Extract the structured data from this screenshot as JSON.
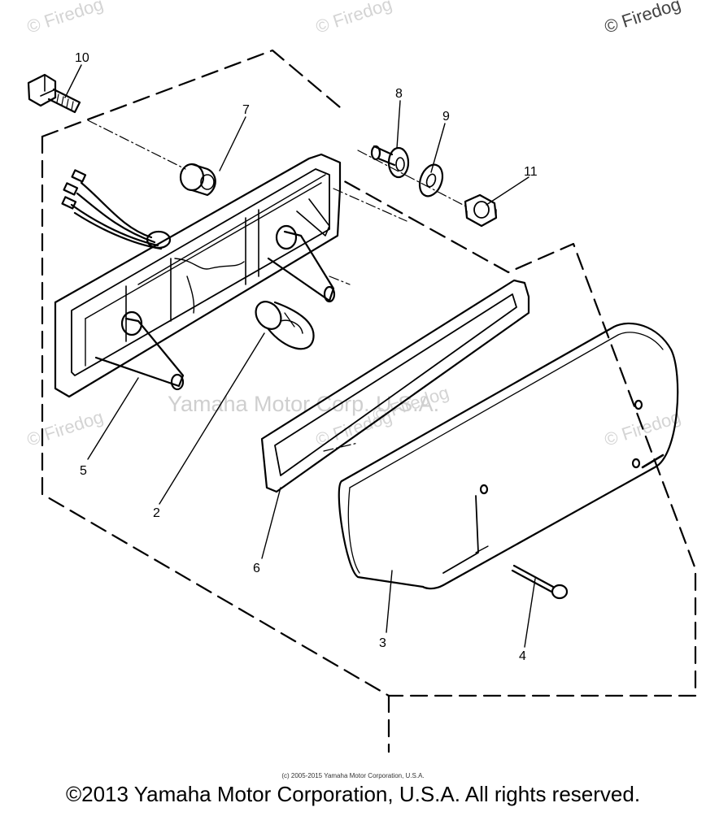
{
  "watermarks": {
    "brand_a": "© Firedog",
    "brand_b": "© Firedog",
    "brand_c": "© Firedog",
    "brand_d": "© Firedog",
    "brand_e": "© Firedog",
    "brand_f": "© Firedog",
    "brand_g": "© Firedog",
    "center": "Yamaha Motor Corp. U.S.A."
  },
  "callouts": {
    "p1": "10",
    "p2": "7",
    "p3": "8",
    "p4": "9",
    "p5": "11",
    "p6": "5",
    "p7": "2",
    "p8": "6",
    "p9": "3",
    "p10": "4"
  },
  "footer": {
    "small_copyright": "(c) 2005-2015 Yamaha Motor Corporation, U.S.A.",
    "main_copyright": "©2013 Yamaha Motor Corporation, U.S.A. All rights reserved."
  }
}
